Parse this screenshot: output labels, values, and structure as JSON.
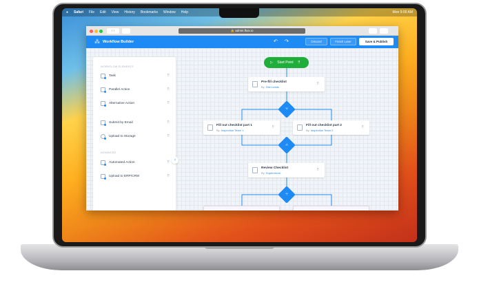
{
  "menubar": {
    "app": "Safari",
    "items": [
      "File",
      "Edit",
      "View",
      "History",
      "Bookmarks",
      "Window",
      "Help"
    ],
    "clock": "Mon 9:00 AM"
  },
  "browser": {
    "url": "admin.fluix.io"
  },
  "header": {
    "title": "Workflow Builder",
    "discard": "Discard",
    "finish_later": "Finish Later",
    "save_publish": "Save & Publish"
  },
  "sidebar": {
    "section1": "WORKFLOW ELEMENTS",
    "items1": [
      {
        "label": "Task"
      },
      {
        "label": "Parallel Action"
      },
      {
        "label": "Alternative Action"
      },
      {
        "label": "Submit by Email"
      },
      {
        "label": "Upload to Storage"
      }
    ],
    "section2": "ADVANCED",
    "items2": [
      {
        "label": "Automated Action"
      },
      {
        "label": "Upload to ERP/CRM"
      }
    ]
  },
  "flow": {
    "start": "Start Point",
    "by_prefix": "By:",
    "nodes": [
      {
        "title": "Pre-fill checklist",
        "by": "Site Leads"
      },
      {
        "title": "Fill out checklist part 1",
        "by": "Inspection Team 1"
      },
      {
        "title": "Fill out checklist part 2",
        "by": "Inspection Team 2"
      },
      {
        "title": "Review Checklist",
        "by": "Supervisors"
      }
    ]
  },
  "colors": {
    "accent": "#1e8bf5",
    "start": "#1fae3a"
  }
}
